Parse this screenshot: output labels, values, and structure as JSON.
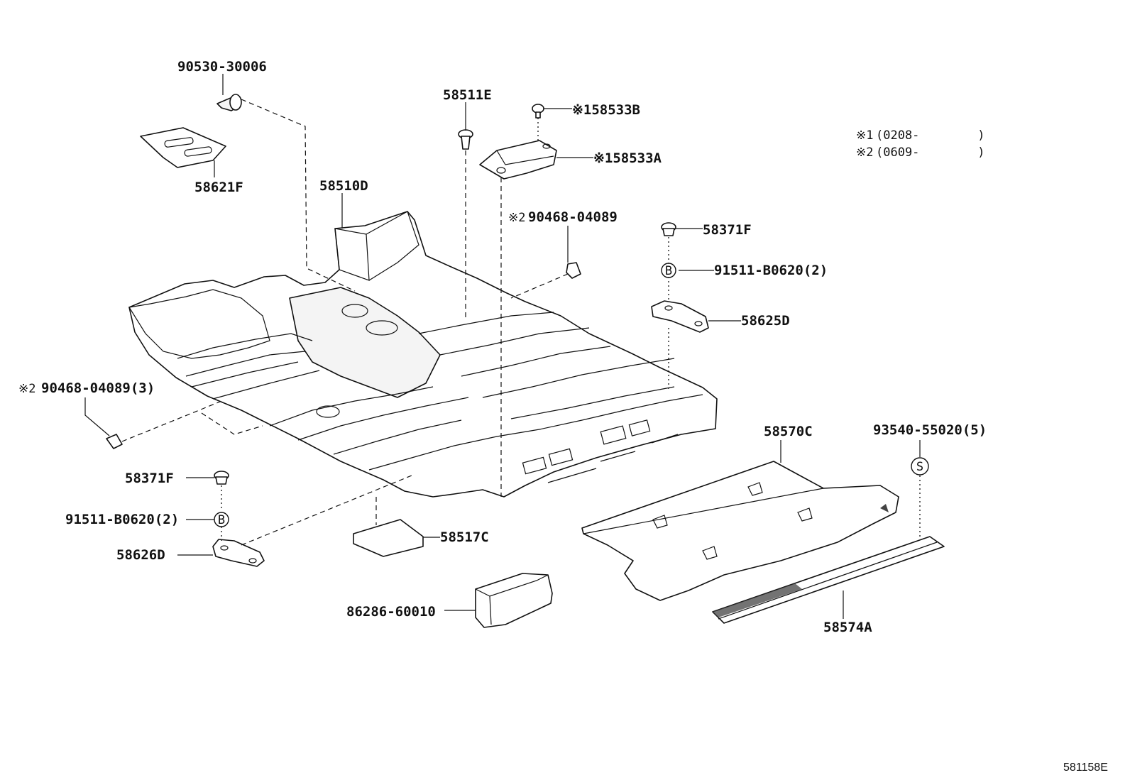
{
  "diagram": {
    "drawing_number": "581158E",
    "notes": [
      {
        "mark": "※1",
        "text": "(0208-        )"
      },
      {
        "mark": "※2",
        "text": "(0609-        )"
      }
    ],
    "callouts": {
      "p90530": "90530-30006",
      "p58621F": "58621F",
      "p58510D": "58510D",
      "p58511E": "58511E",
      "p158533B": "※158533B",
      "p158533A": "※158533A",
      "p90468_top_mark": "※2",
      "p90468_top": "90468-04089",
      "p58371F_top": "58371F",
      "p91511_top": "91511-B0620(2)",
      "p58625D": "58625D",
      "p90468_left_mark": "※2",
      "p90468_left": "90468-04089(3)",
      "p58371F_left": "58371F",
      "p91511_left": "91511-B0620(2)",
      "p58626D": "58626D",
      "p58517C": "58517C",
      "p86286": "86286-60010",
      "p58570C": "58570C",
      "p93540": "93540-55020(5)",
      "p58574A": "58574A"
    },
    "markers": {
      "bolt_b": "B",
      "screw_s": "S"
    }
  }
}
